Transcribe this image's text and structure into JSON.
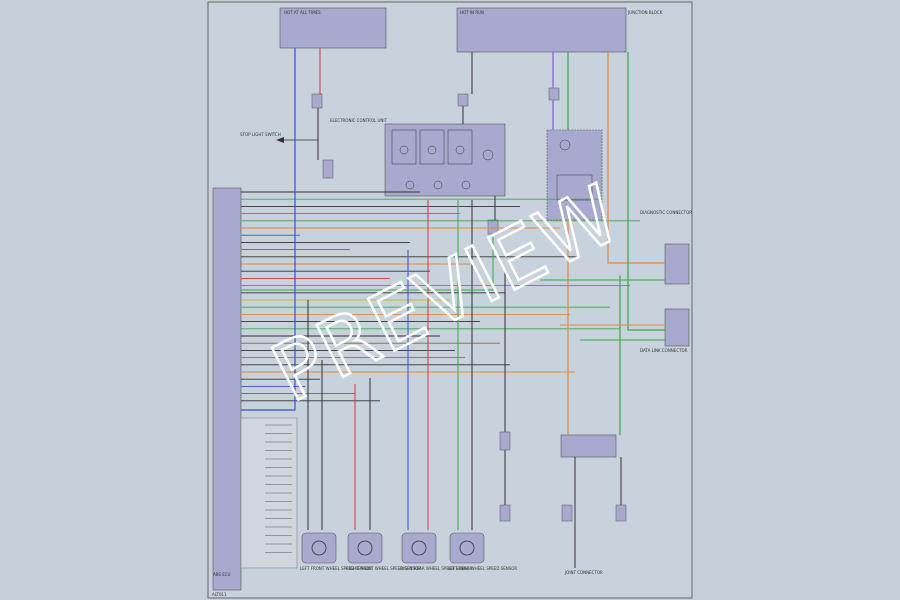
{
  "watermark": "PREVIEW",
  "footer_code": "ALT011",
  "colors": {
    "background": "#c6d0da",
    "sheet": "#c8d2dc",
    "box": "#a7a9cf",
    "wire_blue": "#3a4fd6",
    "wire_red": "#d23b3b",
    "wire_green": "#3aa84a",
    "wire_orange": "#e08a3a",
    "wire_violet": "#8b5bd6",
    "wire_brown": "#8a6a3a",
    "wire_black": "#333333",
    "wire_yellow": "#c9b935"
  },
  "labels": {
    "top_left_fuse_box": "HOT AT ALL TIMES",
    "top_right_fuse_box": "HOT IN RUN",
    "junction_block": "JUNCTION BLOCK",
    "central_unit": "ELECTRONIC CONTROL UNIT",
    "main_ecu": "ABS ECU",
    "sensor_1": "LEFT FRONT WHEEL SPEED SENSOR",
    "sensor_2": "RIGHT FRONT WHEEL SPEED SENSOR",
    "sensor_3": "RIGHT REAR WHEEL SPEED SENSOR",
    "sensor_4": "LEFT REAR WHEEL SPEED SENSOR",
    "right_module_1": "DIAGNOSTIC CONNECTOR",
    "right_module_2": "DATA LINK CONNECTOR",
    "bottom_connector": "JOINT CONNECTOR",
    "left_arrow_text": "STOP LIGHT SWITCH"
  }
}
